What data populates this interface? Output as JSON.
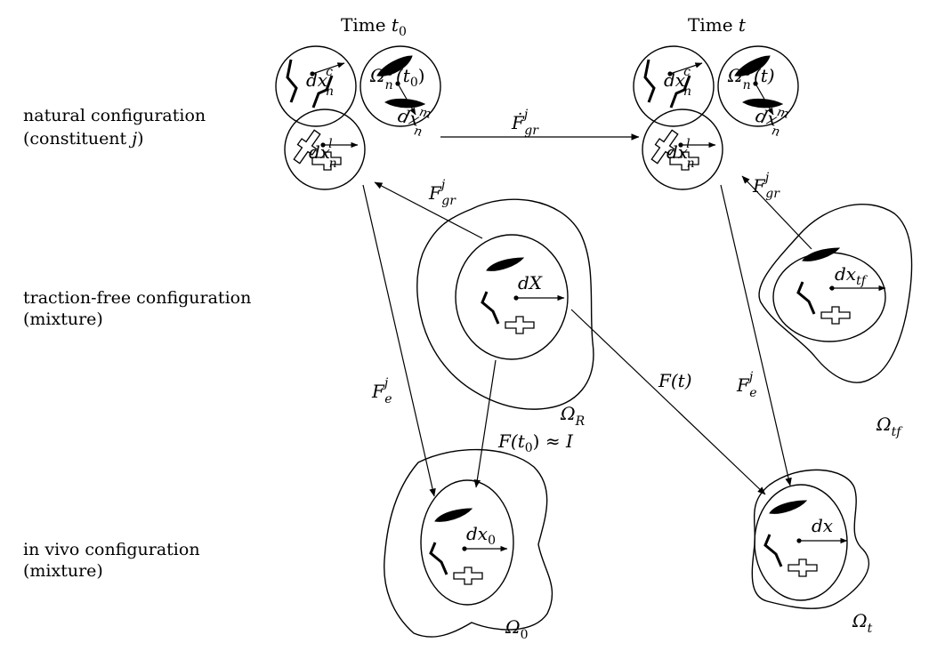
{
  "header": {
    "time_left": "Time t0",
    "time_right": "Time t"
  },
  "rows": {
    "natural": [
      "natural configuration",
      "(constituent j)"
    ],
    "traction_free": [
      "traction-free configuration",
      "(mixture)"
    ],
    "in_vivo": [
      "in vivo configuration",
      "(mixture)"
    ]
  },
  "labels": {
    "omega_n_t0": "Ω_n^j(t0)",
    "omega_n_t": "Ω_n^j(t)",
    "dx_c": "dx_n^c",
    "dx_m": "dx_n^m",
    "dx_l": "dx_n^l",
    "F_gr_dot": "Ḟ_gr^j",
    "F_gr": "F_gr^j",
    "F_e": "F_e^j",
    "dX": "dX",
    "dx_tf": "dx_tf",
    "omega_R": "Ω_R",
    "omega_tf": "Ω_tf",
    "F_t": "F(t)",
    "F_t0": "F(t0) ≈ I",
    "dx0": "dx0",
    "dx": "dx",
    "omega_0": "Ω_0",
    "omega_t": "Ω_t"
  }
}
